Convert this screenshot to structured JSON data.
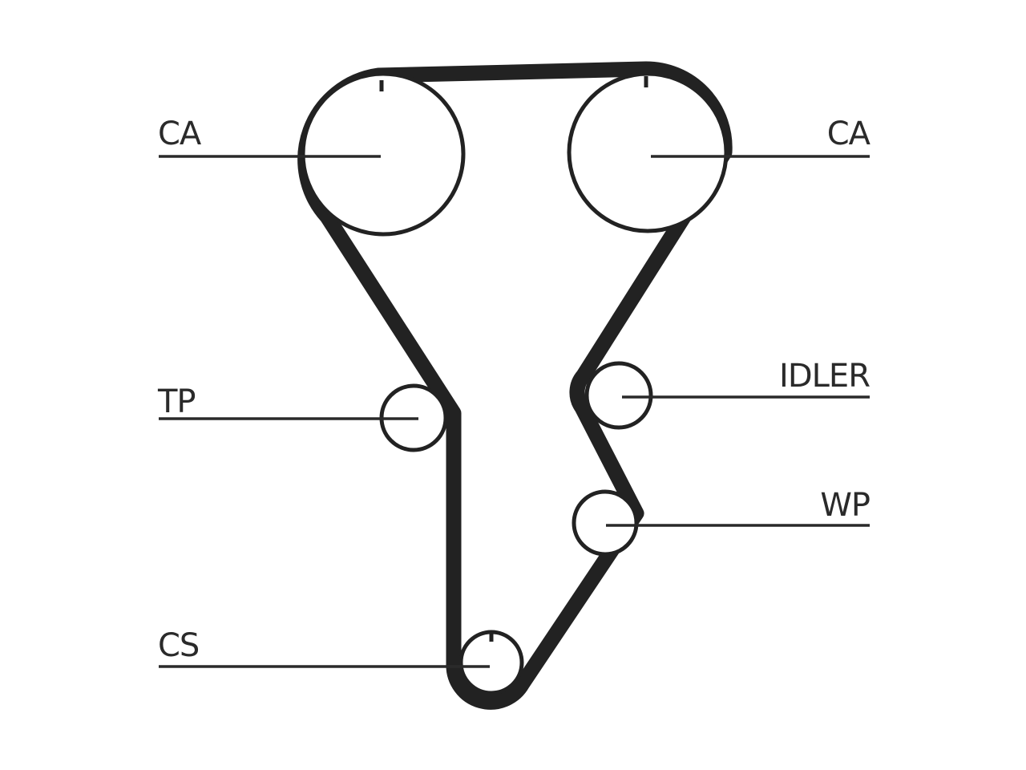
{
  "labels": {
    "cam_left": "CA",
    "cam_right": "CA",
    "tensioner": "TP",
    "idler": "IDLER",
    "water_pump": "WP",
    "crankshaft": "CS"
  },
  "colors": {
    "ink": "#222222",
    "background": "#ffffff"
  }
}
